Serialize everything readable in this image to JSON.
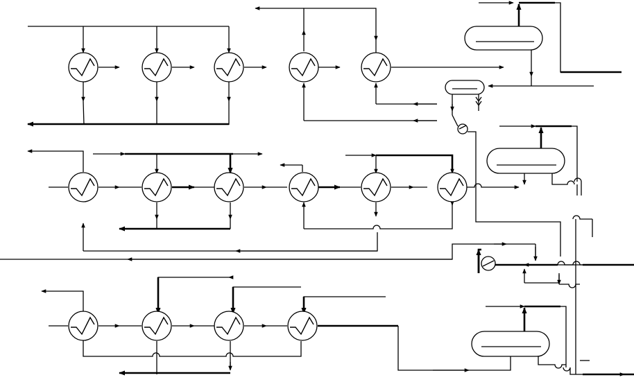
{
  "diagram": {
    "type": "process-flow-diagram",
    "colors": {
      "line": "#000000",
      "background": "#ffffff"
    },
    "exchanger_icon": "heat-exchanger-icon",
    "vessel_icon": "horizontal-vessel-icon",
    "pump_icon": "pump-icon",
    "valve_icon": "valve-icon",
    "sections": [
      {
        "name": "top-exchanger-train",
        "exchanger_count": 5
      },
      {
        "name": "middle-exchanger-train",
        "exchanger_count": 6
      },
      {
        "name": "bottom-exchanger-train",
        "exchanger_count": 4
      }
    ],
    "vessels": 4,
    "pumps": 2
  }
}
